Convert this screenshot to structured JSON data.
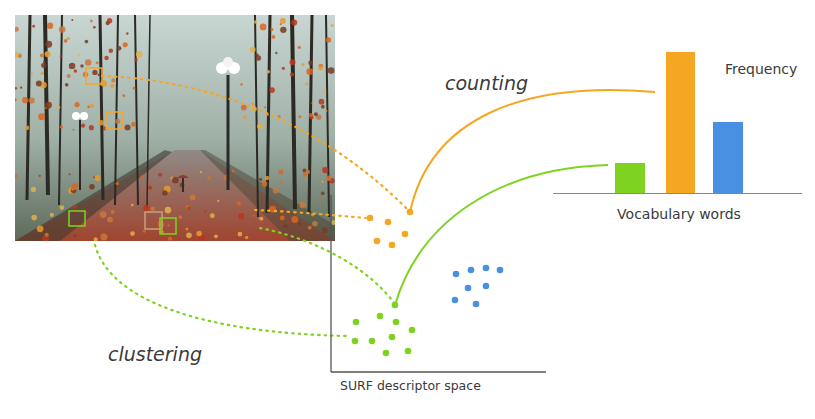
{
  "diagram": {
    "labels": [
      "counting",
      "Frequency",
      "Vocabulary words",
      "clustering",
      "SURF descriptor space"
    ]
  }
}
